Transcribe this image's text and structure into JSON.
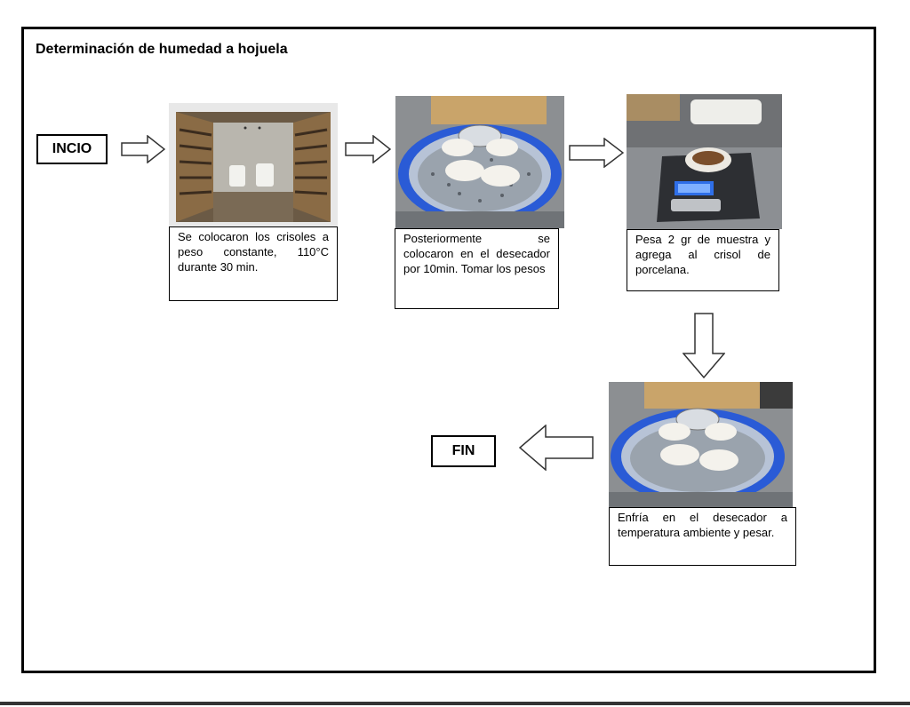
{
  "diagram": {
    "title": "Determinación de humedad a hojuela",
    "start_label": "INCIO",
    "end_label": "FIN",
    "steps": [
      {
        "caption": "Se colocaron los crisoles a peso constante, 110°C durante 30 min.",
        "photo_icon": "oven-with-crucibles-photo"
      },
      {
        "caption": "Posteriormente se colocaron en el desecador por 10min. Tomar los pesos",
        "photo_icon": "desiccator-photo"
      },
      {
        "caption": "Pesa 2 gr de muestra y agrega al crisol de porcelana.",
        "photo_icon": "scale-with-sample-photo"
      },
      {
        "caption": "Enfría en el desecador a temperatura ambiente y pesar.",
        "photo_icon": "desiccator-cooling-photo"
      }
    ],
    "colors": {
      "frame": "#000000",
      "arrow_stroke": "#333333",
      "desiccator_blue": "#2a5bd6"
    }
  }
}
